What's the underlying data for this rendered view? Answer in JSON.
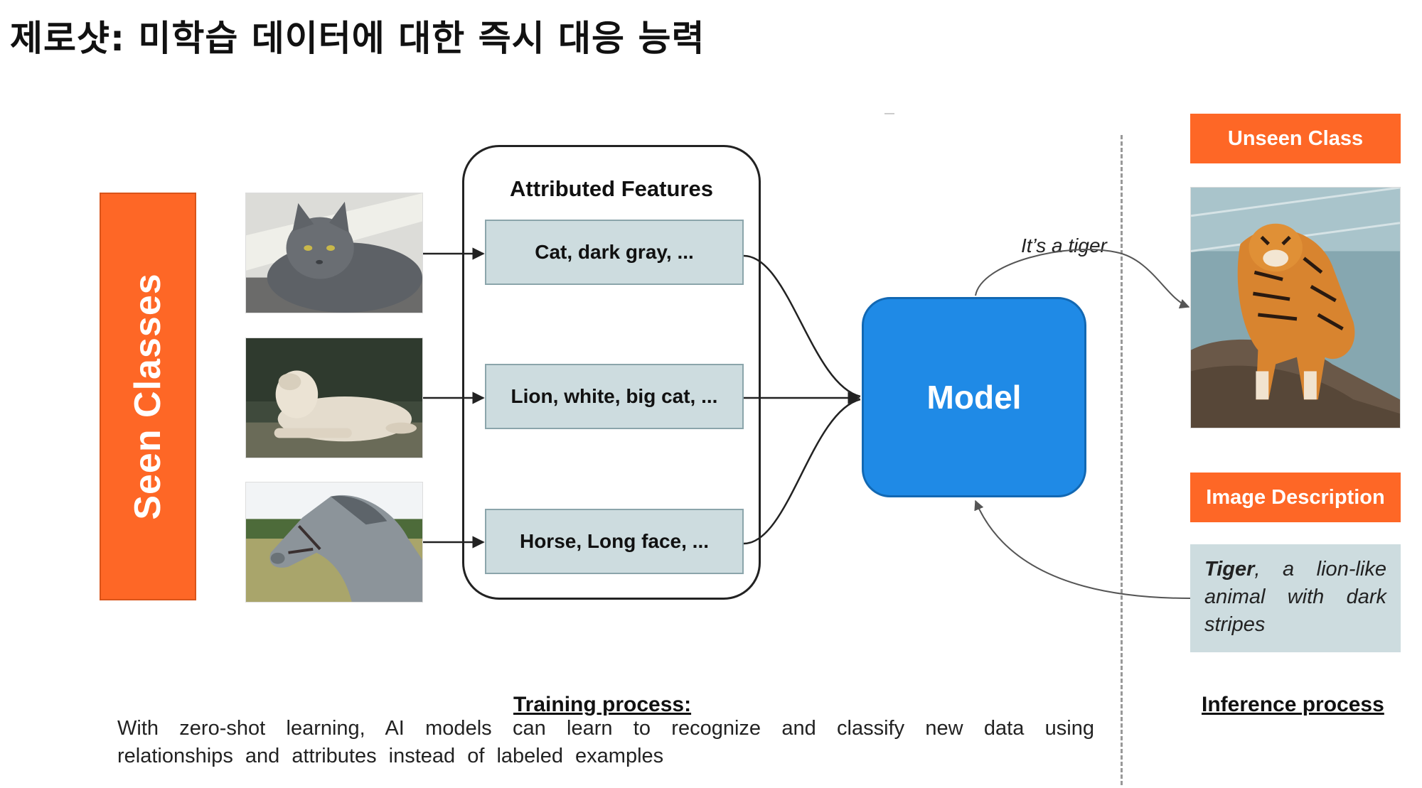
{
  "page": {
    "title": "제로샷: 미학습 데이터에 대한 즉시 대응 능력"
  },
  "seen_classes": {
    "label": "Seen Classes"
  },
  "photos": {
    "cat_icon": "cat-photo",
    "lion_icon": "white-lion-photo",
    "horse_icon": "horse-photo",
    "tiger_icon": "tiger-photo"
  },
  "features": {
    "title": "Attributed Features",
    "items": [
      {
        "label": "Cat, dark gray, ..."
      },
      {
        "label": "Lion, white, big cat, ..."
      },
      {
        "label": "Horse, Long face, ..."
      }
    ]
  },
  "model": {
    "label": "Model"
  },
  "prediction": {
    "caption": "It’s a tiger"
  },
  "inference": {
    "unseen_label": "Unseen Class",
    "description_label": "Image Description",
    "description_bold": "Tiger",
    "description_rest": ", a lion-like animal with dark stripes",
    "caption": "Inference process"
  },
  "training": {
    "caption": "Training process:",
    "text": "With zero-shot learning, AI models can learn to recognize and classify new data using relationships and attributes instead of labeled examples"
  },
  "colors": {
    "accent_orange": "#fe6726",
    "model_blue": "#1f8ae6",
    "feature_fill": "#cddcdf"
  }
}
